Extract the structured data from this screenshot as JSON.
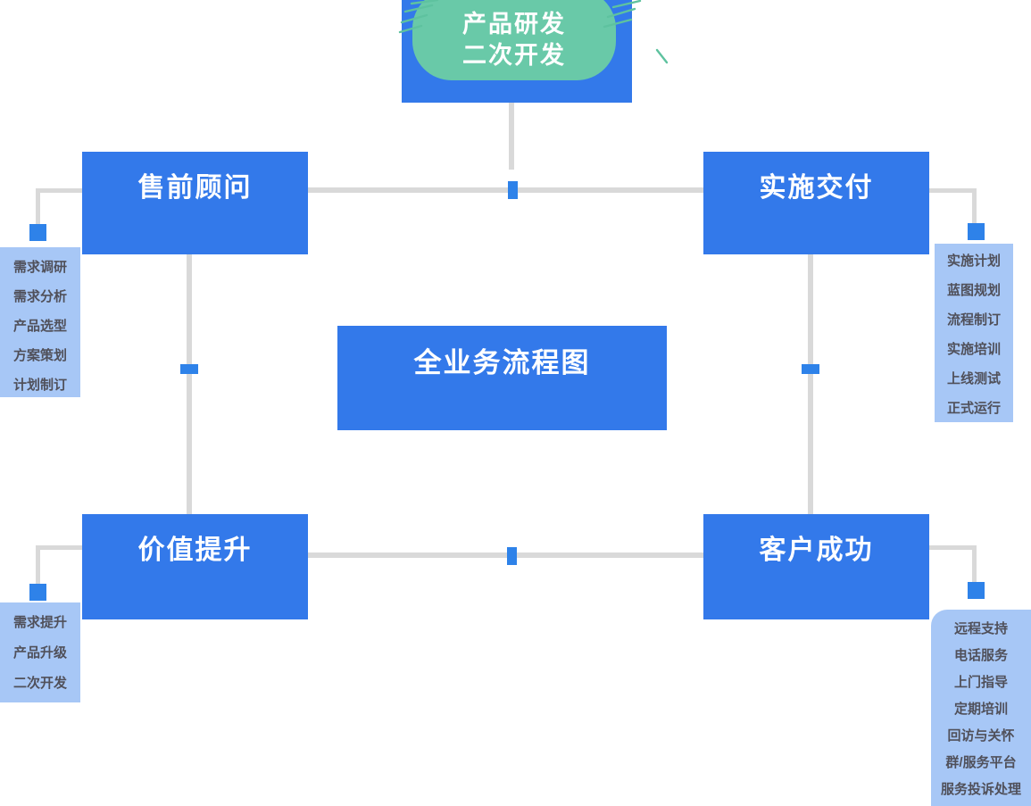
{
  "diagram": {
    "title": "全业务流程图",
    "top_node": {
      "line1": "产品研发",
      "line2": "二次开发"
    },
    "nodes": {
      "presale": {
        "label": "售前顾问"
      },
      "delivery": {
        "label": "实施交付"
      },
      "value": {
        "label": "价值提升"
      },
      "success": {
        "label": "客户成功"
      }
    },
    "panels": {
      "presale": {
        "items": [
          "需求调研",
          "需求分析",
          "产品选型",
          "方案策划",
          "计划制订"
        ]
      },
      "delivery": {
        "items": [
          "实施计划",
          "蓝图规划",
          "流程制订",
          "实施培训",
          "上线测试",
          "正式运行"
        ]
      },
      "value": {
        "items": [
          "需求提升",
          "产品升级",
          "二次开发"
        ]
      },
      "success": {
        "items": [
          "远程支持",
          "电话服务",
          "上门指导",
          "定期培训",
          "回访与关怀",
          "群/服务平台",
          "服务投诉处理"
        ]
      }
    },
    "colors": {
      "box_blue": "#3379EA",
      "marker_blue": "#2E82E9",
      "panel_bg": "#A7C7F6",
      "panel_text": "#50505A",
      "line_gray": "#D9D9D9",
      "pill_green": "#69C9A8",
      "stroke_green": "#5EC29F",
      "shadow_navy": "#0F316E"
    }
  }
}
